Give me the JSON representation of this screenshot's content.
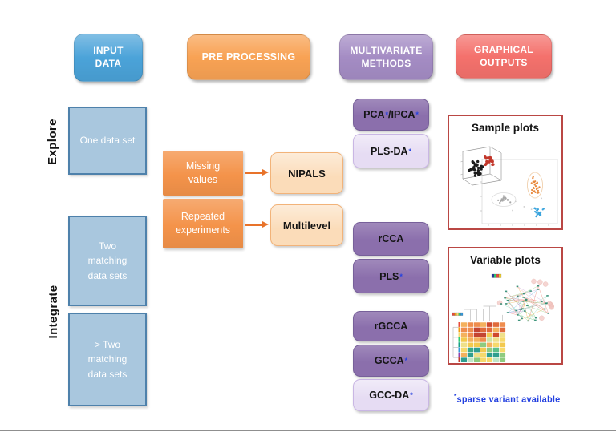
{
  "palette": {
    "blue-header": "#4BA3D9",
    "blue-box": "#A9C7DE",
    "blue-border": "#4E81AB",
    "orange-header": "#F8A254",
    "orange-box": "#F4934A",
    "peach": "#FBDCB9",
    "peach-border": "#F2B379",
    "arrow": "#E8732A",
    "purple-header": "#A48CC4",
    "purple-dark": "#8B6FAC",
    "purple-dark-border": "#77609A",
    "purple-light": "#E6DCF3",
    "purple-light-border": "#C9B6E4",
    "red-header": "#F4716C",
    "red-border": "#BA4744",
    "asterisk": "#2441E0",
    "footnote": "#2441E0"
  },
  "columns": {
    "input": {
      "title": "INPUT\nDATA"
    },
    "preprocessing": {
      "title": "PRE PROCESSING"
    },
    "methods": {
      "title": "MULTIVARIATE\nMETHODS"
    },
    "outputs": {
      "title": "GRAPHICAL\nOUTPUTS"
    }
  },
  "row_labels": {
    "explore": "Explore",
    "integrate": "Integrate"
  },
  "input_boxes": {
    "one_data_set": "One data set",
    "two_matching": "Two\nmatching\ndata sets",
    "gt_two_matching": "> Two\nmatching\ndata sets"
  },
  "preprocessing_boxes": {
    "missing_values": "Missing\nvalues",
    "repeated_experiments": "Repeated\nexperiments",
    "nipals": "NIPALS",
    "multilevel": "Multilevel"
  },
  "method_boxes": {
    "pca_ipca": {
      "a": "PCA",
      "ast_a": "*",
      "b": "/IPCA",
      "ast_b": "*"
    },
    "pls_da": {
      "a": "PLS-DA",
      "ast_a": "*"
    },
    "rcca": {
      "a": "rCCA"
    },
    "pls": {
      "a": "PLS",
      "ast_a": "*"
    },
    "rgcca": {
      "a": "rGCCA"
    },
    "gcca": {
      "a": "GCCA",
      "ast_a": "*"
    },
    "gcc_da": {
      "a": "GCC-DA",
      "ast_a": "*"
    }
  },
  "output_panels": {
    "sample_plots": {
      "title": "Sample plots"
    },
    "variable_plots": {
      "title": "Variable plots"
    }
  },
  "footnote": {
    "ast": "*",
    "text": "sparse variant available"
  }
}
